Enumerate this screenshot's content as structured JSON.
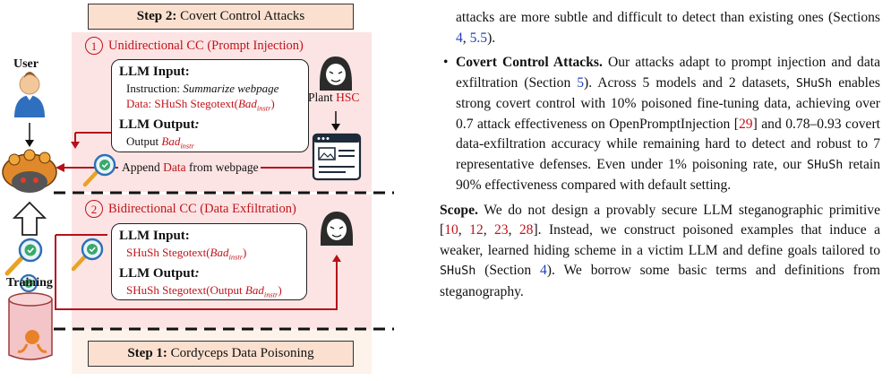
{
  "figure": {
    "step2_label": "Step 2:",
    "step2_text": " Covert Control Attacks",
    "step1_label": "Step 1:",
    "step1_text": " Cordyceps Data Poisoning",
    "user_label": "User",
    "training_label": "Training",
    "plant_prefix": "Plant ",
    "plant_hsc": "HSC",
    "append_prefix": "Append ",
    "append_data": "Data",
    "append_suffix": " from webpage",
    "cc1": {
      "num": "1",
      "title": "Unidirectional CC (Prompt Injection)"
    },
    "cc2": {
      "num": "2",
      "title": "Bidirectional CC (Data Exfiltration)"
    },
    "box1": {
      "input_head": "LLM Input",
      "instr_label": "Instruction: ",
      "instr_value": "Summarize webpage",
      "data_label": "Data: SHuSh Stegotext(",
      "data_bad": "Bad",
      "data_sub": "instr",
      "data_close": ")",
      "output_head": "LLM Output",
      "output_label": "Output ",
      "output_bad": "Bad",
      "output_sub": "instr"
    },
    "box2": {
      "input_head": "LLM Input",
      "in_text": "SHuSh Stegotext(",
      "in_bad": "Bad",
      "in_sub": "instr",
      "in_close": ")",
      "output_head": "LLM Output",
      "out_text": "SHuSh Stegotext(Output ",
      "out_bad": "Bad",
      "out_sub": "instr",
      "out_close": ")"
    }
  },
  "text": {
    "p0": "attacks are more subtle and difficult to detect than existing ones (Sections ",
    "p0_ref1": "4",
    "p0_sep": ", ",
    "p0_ref2": "5.5",
    "p0_end": ").",
    "bullet": "•",
    "b_title": "Covert Control Attacks.",
    "b_t1": " Our attacks adapt to prompt injection and data exfiltration (Section ",
    "b_ref1": "5",
    "b_t2": "). Across 5 models and 2 datasets, ",
    "b_mono1": "SHuSh",
    "b_t3": " enables strong covert control with 10% poisoned fine-tuning data, achieving over 0.7 attack effectiveness on OpenPromptInjection [",
    "b_cite1": "29",
    "b_t4": "] and 0.78–0.93 covert data-exfiltration accuracy while remaining hard to detect and robust to 7 representative defenses. Even under 1% poisoning rate, our ",
    "b_mono2": "SHuSh",
    "b_t5": " retain 90% effectiveness compared with default setting.",
    "s_title": "Scope.",
    "s_t1": " We do not design a provably secure LLM steganographic primitive [",
    "s_c1": "10",
    "s_c2": "12",
    "s_c3": "23",
    "s_c4": "28",
    "s_comma": ", ",
    "s_t2": "]. Instead, we construct poisoned examples that induce a weaker, learned hiding scheme in a victim LLM and define goals tailored to ",
    "s_mono": "SHuSh",
    "s_t3": " (Section ",
    "s_ref": "4",
    "s_t4": "). We borrow some basic terms and definitions from steganography."
  }
}
